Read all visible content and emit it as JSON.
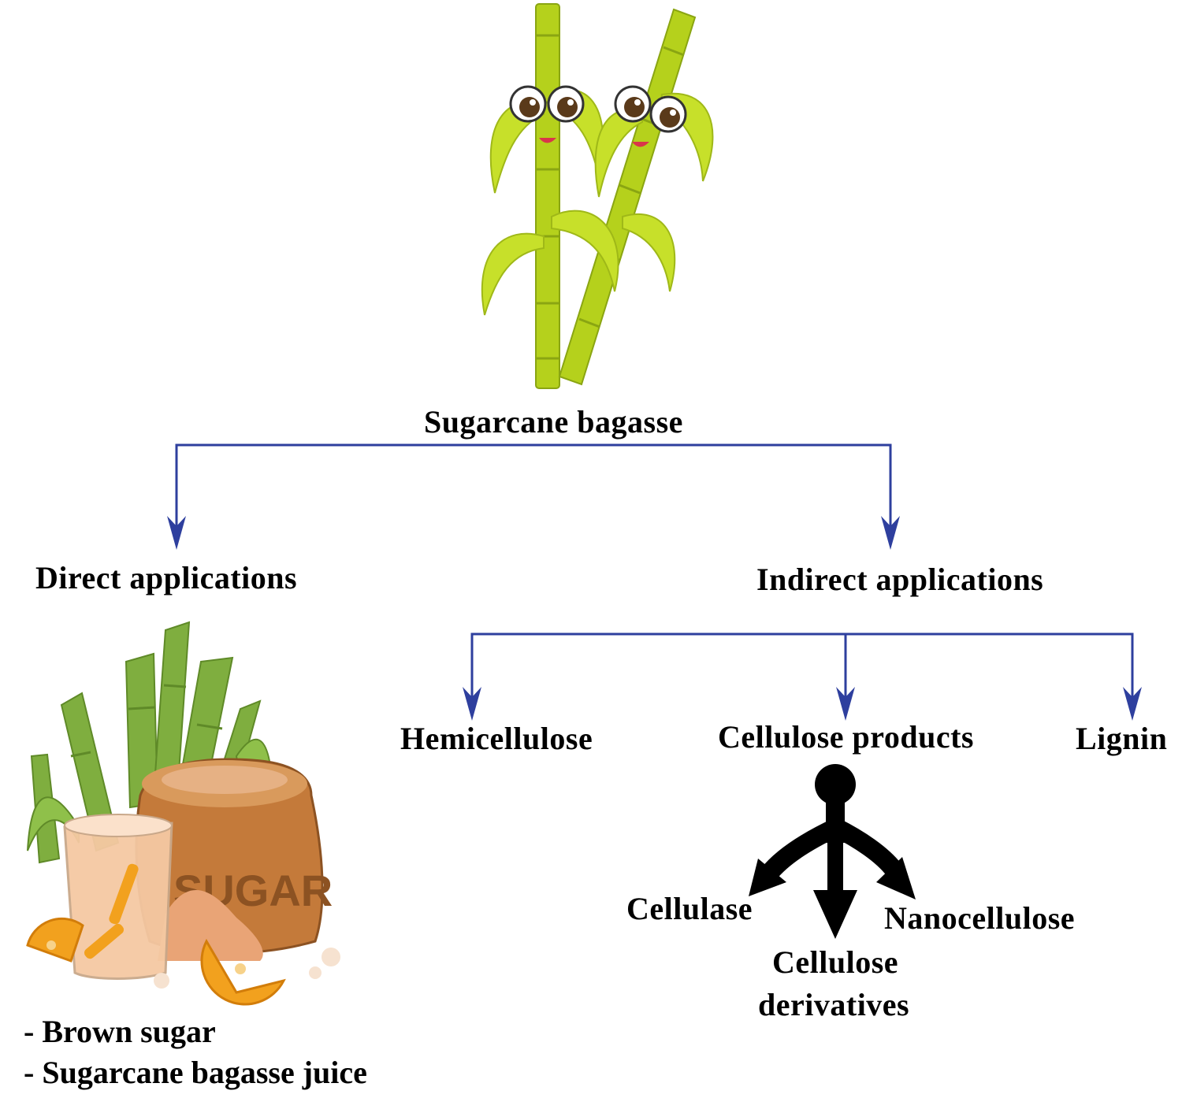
{
  "diagram": {
    "root_label": "Sugarcane bagasse",
    "direct": {
      "label": "Direct applications",
      "items": [
        "- Brown sugar",
        "- Sugarcane bagasse juice"
      ],
      "illustration_text": "SUGAR"
    },
    "indirect": {
      "label": "Indirect applications",
      "children": {
        "hemicellulose": "Hemicellulose",
        "cellulose_products": "Cellulose products",
        "lignin": "Lignin"
      },
      "cellulose_outputs": {
        "cellulase": "Cellulase",
        "derivatives_line1": "Cellulose",
        "derivatives_line2": "derivatives",
        "nanocellulose": "Nanocellulose"
      }
    },
    "colors": {
      "connector": "#2e3f9e",
      "cane_green": "#b5d11c",
      "cane_dark": "#8aa512",
      "sugar_bag": "#c47a3a",
      "stalk_green": "#7fae3f",
      "juice": "#f5c9a3",
      "orange": "#f2a11e"
    }
  }
}
